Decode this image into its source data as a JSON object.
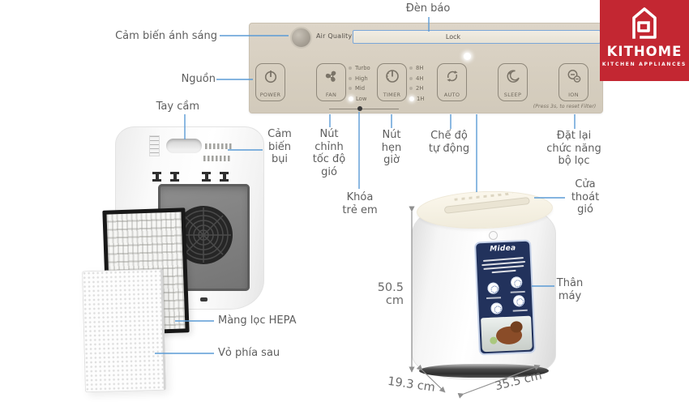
{
  "brand": {
    "name": "KITHOME",
    "tagline": "KITCHEN APPLIANCES",
    "accent_red": "#c32732"
  },
  "panel": {
    "air_quality_label": "Air Quality",
    "lock_label": "Lock",
    "buttons": {
      "power": "POWER",
      "fan": "FAN",
      "timer": "TIMER",
      "auto": "AUTO",
      "sleep": "SLEEP",
      "ion": "ION"
    },
    "fan_speeds": [
      "Turbo",
      "High",
      "Mid",
      "Low"
    ],
    "active_fan_speed": "Low",
    "timer_hours": [
      "8H",
      "4H",
      "2H",
      "1H"
    ],
    "active_timer": "1H",
    "reset_note": "(Press 3s, to reset Filter)",
    "panel_beige": "#d8d0c2"
  },
  "callouts": {
    "indicator_light": "Đèn báo",
    "light_sensor": "Cảm biến ánh sáng",
    "power": "Nguồn",
    "handle": "Tay cầm",
    "dust_sensor": "Cảm\nbiến\nbụi",
    "fan_speed_button": "Nút\nchỉnh\ntốc độ\ngió",
    "timer_button": "Nút\nhẹn\ngiờ",
    "child_lock": "Khóa\ntrẻ em",
    "auto_mode": "Chế độ\ntự động",
    "filter_reset": "Đặt lại\nchức năng\nbộ lọc",
    "air_outlet": "Cửa\nthoát\ngió",
    "machine_body": "Thân\nmáy",
    "hepa_filter": "Màng lọc HEPA",
    "back_cover": "Vỏ phía sau"
  },
  "dimensions": {
    "height": "50.5 cm",
    "depth": "19.3 cm",
    "width": "35.5 cm"
  },
  "front_device": {
    "brand": "Midea"
  },
  "colors": {
    "leader_blue": "#5b9bd5",
    "dimension_gray": "#909090",
    "label_navy": "#22325c"
  }
}
